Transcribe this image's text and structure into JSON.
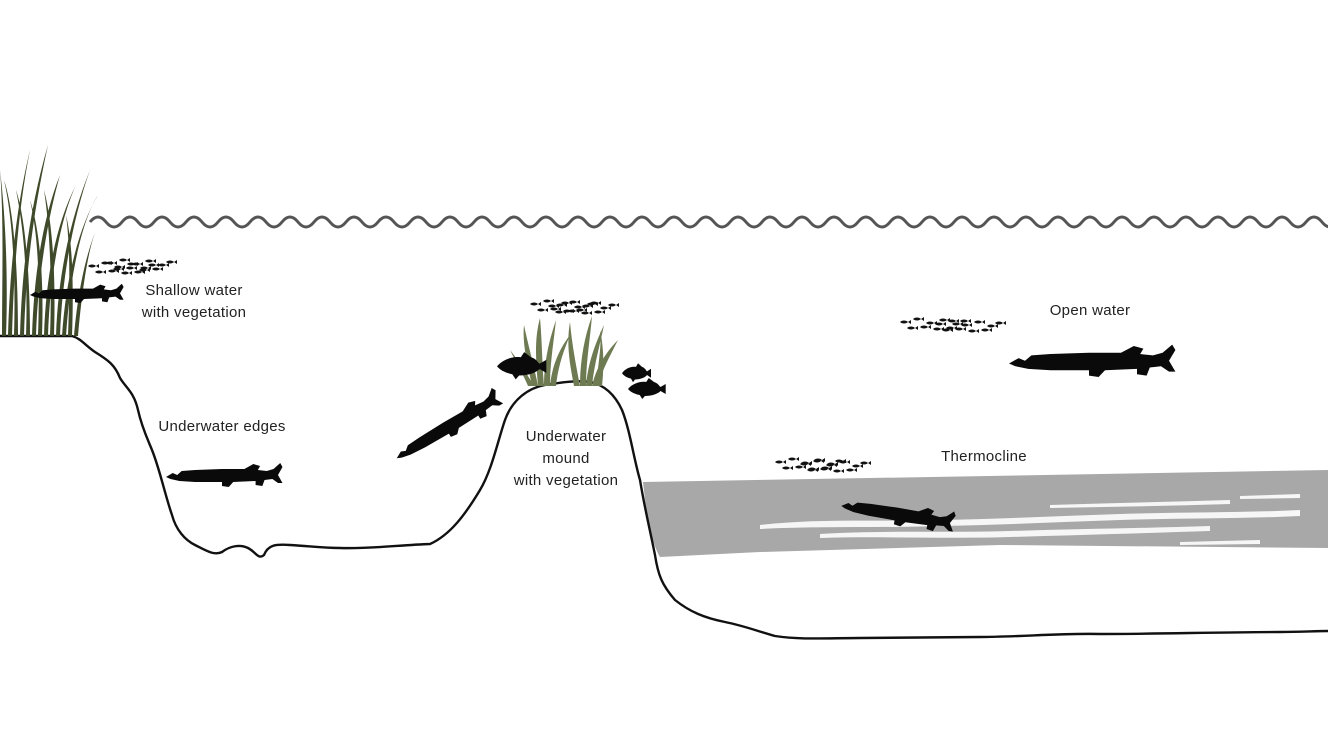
{
  "colors": {
    "background": "#ffffff",
    "outline": "#111111",
    "water_surface": "#555555",
    "thermocline": "#a8a8a8",
    "fish": "#0a0a0a",
    "reeds": "#3f4a2a",
    "mound_plants": "#6e7a52"
  },
  "labels": {
    "shallow": [
      "Shallow water",
      "with vegetation"
    ],
    "edges": "Underwater edges",
    "mound": [
      "Underwater",
      "mound",
      "with vegetation"
    ],
    "open_water": "Open water",
    "thermocline": "Thermocline"
  },
  "icons": [
    "pike-icon",
    "perch-icon",
    "baitfish-school-icon",
    "reed-icon",
    "water-plant-icon",
    "wave-icon"
  ]
}
